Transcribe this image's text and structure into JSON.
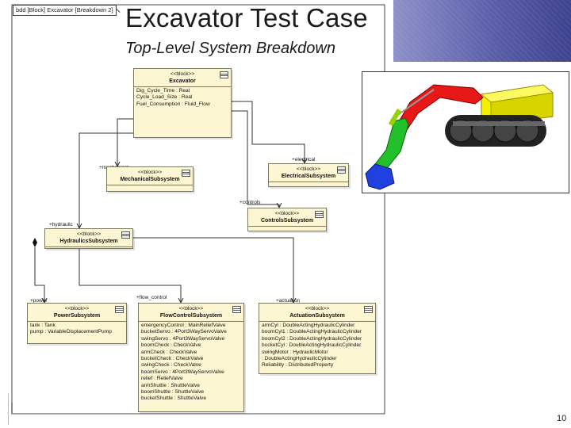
{
  "slide": {
    "title": "Excavator Test Case",
    "subtitle": "Top-Level System Breakdown",
    "page_number": "10"
  },
  "frame": {
    "label": "bdd [Block] Excavator [Breakdown 2]"
  },
  "blocks": {
    "excavator": {
      "stereotype": "<<block>>",
      "name": "Excavator",
      "attributes": [
        "Dig_Cycle_Time : Real",
        "Cycle_Load_Size : Real",
        "Fuel_Consumption : Fluid_Flow"
      ]
    },
    "mechanical": {
      "stereotype": "<<block>>",
      "name": "MechanicalSubsystem",
      "attributes": []
    },
    "electrical": {
      "stereotype": "<<block>>",
      "name": "ElectricalSubsystem",
      "attributes": []
    },
    "controls": {
      "stereotype": "<<block>>",
      "name": "ControlsSubsystem",
      "attributes": []
    },
    "hydraulics": {
      "stereotype": "<<block>>",
      "name": "HydraulicsSubsystem",
      "attributes": []
    },
    "power": {
      "stereotype": "<<block>>",
      "name": "PowerSubsystem",
      "attributes": [
        "tank : Tank",
        "pump : VariableDisplacementPump"
      ]
    },
    "flowcontrol": {
      "stereotype": "<<block>>",
      "name": "FlowControlSubsystem",
      "attributes": [
        "emergencyControl : MainReliefValve",
        "bucketServo : 4Port3WayServoValve",
        "swingServo : 4Port3WayServoValve",
        "boomCheck : CheckValve",
        "armCheck : CheckValve",
        "bucketCheck : CheckValve",
        "swingCheck : CheckValve",
        "boomServo : 4Port3WayServoValve",
        "relief : ReliefValve",
        "armShuttle : ShuttleValve",
        "boomShuttle : ShuttleValve",
        "bucketShuttle : ShuttleValve"
      ]
    },
    "actuation": {
      "stereotype": "<<block>>",
      "name": "ActuationSubsystem",
      "attributes": [
        "armCyl : DoubleActingHydraulicCylinder",
        "boomCyl1 : DoubleActingHydraulicCylinder",
        "boomCyl2 : DoubleActingHydraulicCylinder",
        "bucketCyl : DoubleActingHydraulicCylinder",
        "swingMotor : HydraulicMotor",
        " : DoubleActingHydraulicCylinder",
        "Reliability : DistributedProperty"
      ]
    }
  },
  "roles": {
    "mechanical": "+mechanical",
    "electrical": "+electrical",
    "controls": "+controls",
    "hydraulic": "+hydraulic",
    "power": "+power",
    "flow_control": "+flow_control",
    "actuation": "+actuation"
  },
  "colors": {
    "band": "#5b5fa9",
    "block_fill": "#fdf6d2",
    "block_border": "#7a7a60"
  }
}
